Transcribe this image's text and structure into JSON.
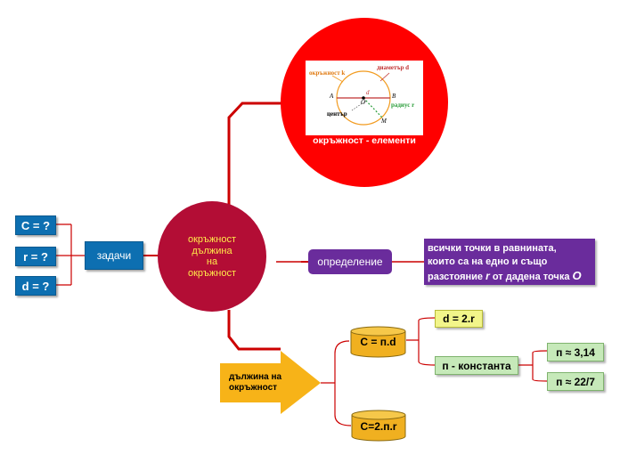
{
  "central": {
    "line1": "окръжност",
    "line2": "дължина",
    "line3": "на",
    "line4": "окръжност",
    "color": "#b30d35"
  },
  "top_node": {
    "caption": "окръжност - елементи",
    "color": "#ff0000",
    "figure": {
      "circle_label": "окръжност k",
      "diameter_label": "диаметър d",
      "radius_label": "радиус r",
      "center_label": "център",
      "point_a": "A",
      "point_b": "B",
      "point_o": "O",
      "point_m": "M",
      "d_label": "d"
    }
  },
  "left": {
    "tasks_label": "задачи",
    "items": [
      "C = ?",
      "r = ?",
      "d = ?"
    ]
  },
  "definition": {
    "label": "определение",
    "text_line1": "всички точки в равнината,",
    "text_line2": "които са на едно и също",
    "text_pre": "разстояние ",
    "text_r": "r",
    "text_mid": " от дадена точка ",
    "text_o": "O"
  },
  "length": {
    "label_line1": "дължина на",
    "label_line2": "окръжност",
    "formula1": "C = п.d",
    "formula2": "C=2.п.r",
    "d_formula": "d = 2.r",
    "constant": "п - константа",
    "approx1": "п ≈ 3,14",
    "approx2": "п ≈ 22/7"
  }
}
